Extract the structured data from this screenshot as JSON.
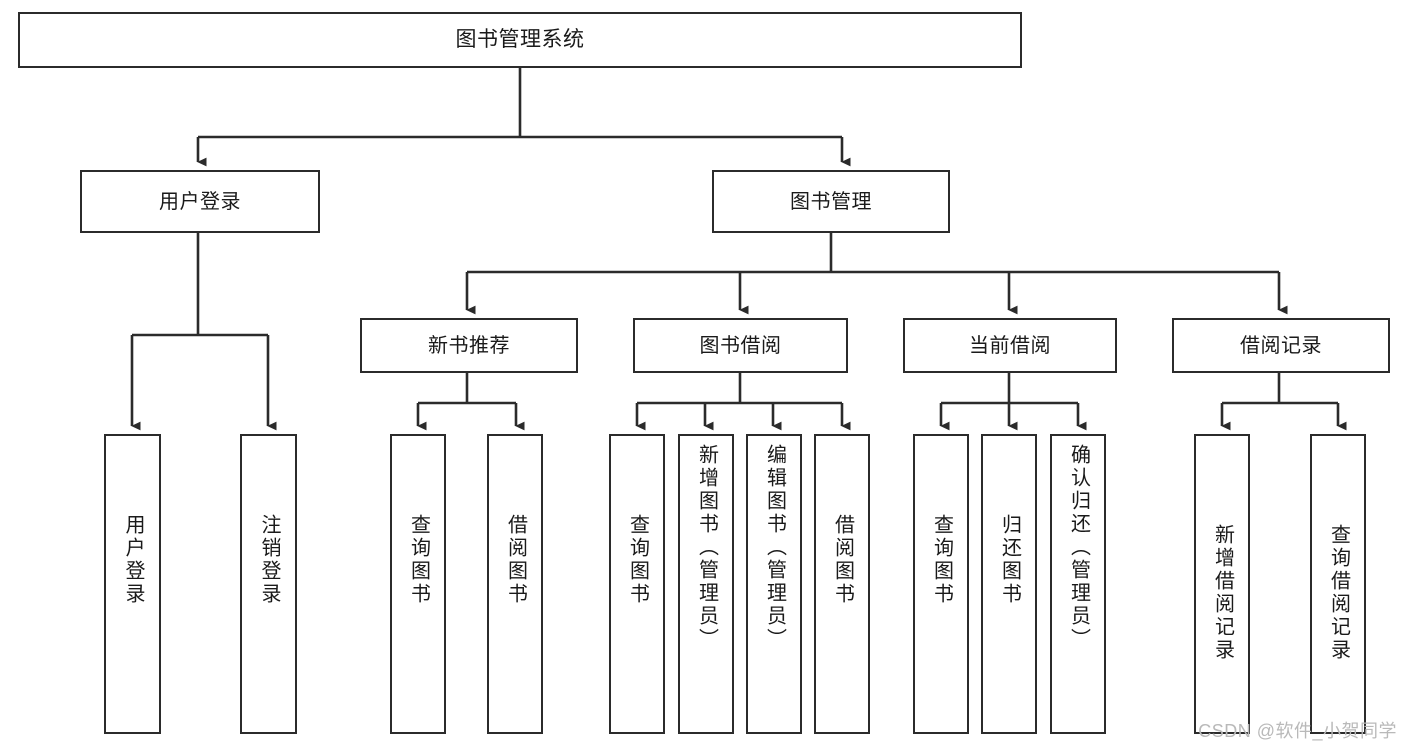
{
  "diagram": {
    "title": "图书管理系统",
    "type": "functional-structure-tree",
    "stroke_color": "#2b2b2b",
    "text_color": "#1a1a1a",
    "background_color": "#ffffff"
  },
  "root": {
    "label": "图书管理系统"
  },
  "level1": [
    {
      "label": "用户登录"
    },
    {
      "label": "图书管理"
    }
  ],
  "level2": [
    {
      "label": "新书推荐"
    },
    {
      "label": "图书借阅"
    },
    {
      "label": "当前借阅"
    },
    {
      "label": "借阅记录"
    }
  ],
  "leaves": [
    {
      "label": "用户登录",
      "parent": "用户登录"
    },
    {
      "label": "注销登录",
      "parent": "用户登录"
    },
    {
      "label": "查询图书",
      "parent": "新书推荐"
    },
    {
      "label": "借阅图书",
      "parent": "新书推荐"
    },
    {
      "label": "查询图书",
      "parent": "图书借阅"
    },
    {
      "label": "新增图书（管理员）",
      "parent": "图书借阅"
    },
    {
      "label": "编辑图书（管理员）",
      "parent": "图书借阅"
    },
    {
      "label": "借阅图书",
      "parent": "图书借阅"
    },
    {
      "label": "查询图书",
      "parent": "当前借阅"
    },
    {
      "label": "归还图书",
      "parent": "当前借阅"
    },
    {
      "label": "确认归还（管理员）",
      "parent": "当前借阅"
    },
    {
      "label": "新增借阅记录",
      "parent": "借阅记录"
    },
    {
      "label": "查询借阅记录",
      "parent": "借阅记录"
    }
  ],
  "watermark": {
    "text": "CSDN @软件_小贺同学"
  }
}
